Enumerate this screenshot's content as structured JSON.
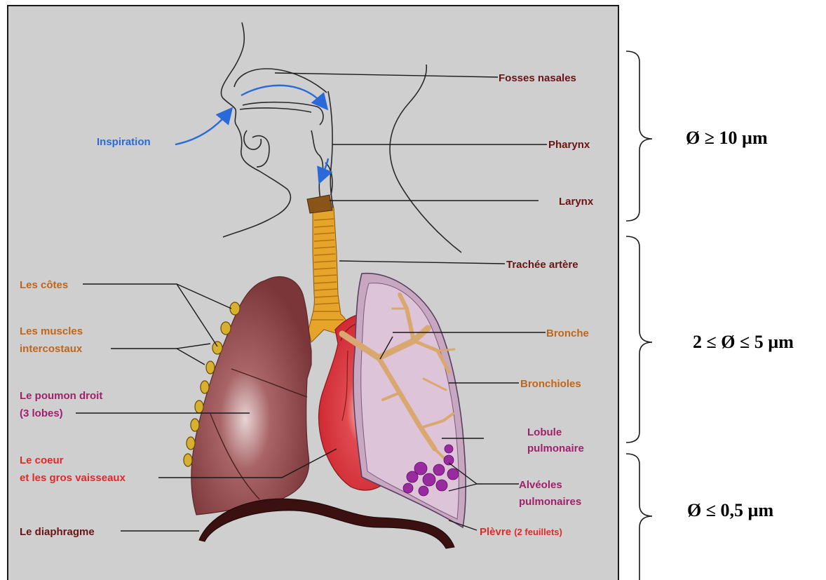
{
  "labels": {
    "fosses_nasales": "Fosses nasales",
    "inspiration": "Inspiration",
    "pharynx": "Pharynx",
    "larynx": "Larynx",
    "trachee": "Trachée artère",
    "cotes": "Les côtes",
    "muscles_1": "Les muscles",
    "muscles_2": "intercostaux",
    "bronche": "Bronche",
    "poumon_1": "Le poumon droit",
    "poumon_2": "(3 lobes)",
    "bronchioles": "Bronchioles",
    "lobule_1": "Lobule",
    "lobule_2": "pulmonaire",
    "coeur_1": "Le coeur",
    "coeur_2": "et les gros vaisseaux",
    "alveoles_1": "Alvéoles",
    "alveoles_2": "pulmonaires",
    "diaphragme": "Le diaphragme",
    "plevre": "Plèvre",
    "plevre_note": "(2 feuillets)"
  },
  "particle_sizes": {
    "upper": "Ø ≥ 10 µm",
    "middle": "2 ≤ Ø ≤ 5 µm",
    "lower": "Ø ≤ 0,5 µm"
  },
  "colors": {
    "panel": "#cfcfcf",
    "dark_red_label": "#6a1414",
    "orange_label": "#c0661a",
    "magenta_label": "#a0206a",
    "red_label": "#e02a2a",
    "blue_label": "#2a6ad8",
    "lung": "#8a4648",
    "heart": "#d83a40",
    "trachea": "#e6a52a",
    "bronchi": "#d9a870",
    "alveoli": "#9a2aa0",
    "diaphragm": "#3a1010"
  }
}
